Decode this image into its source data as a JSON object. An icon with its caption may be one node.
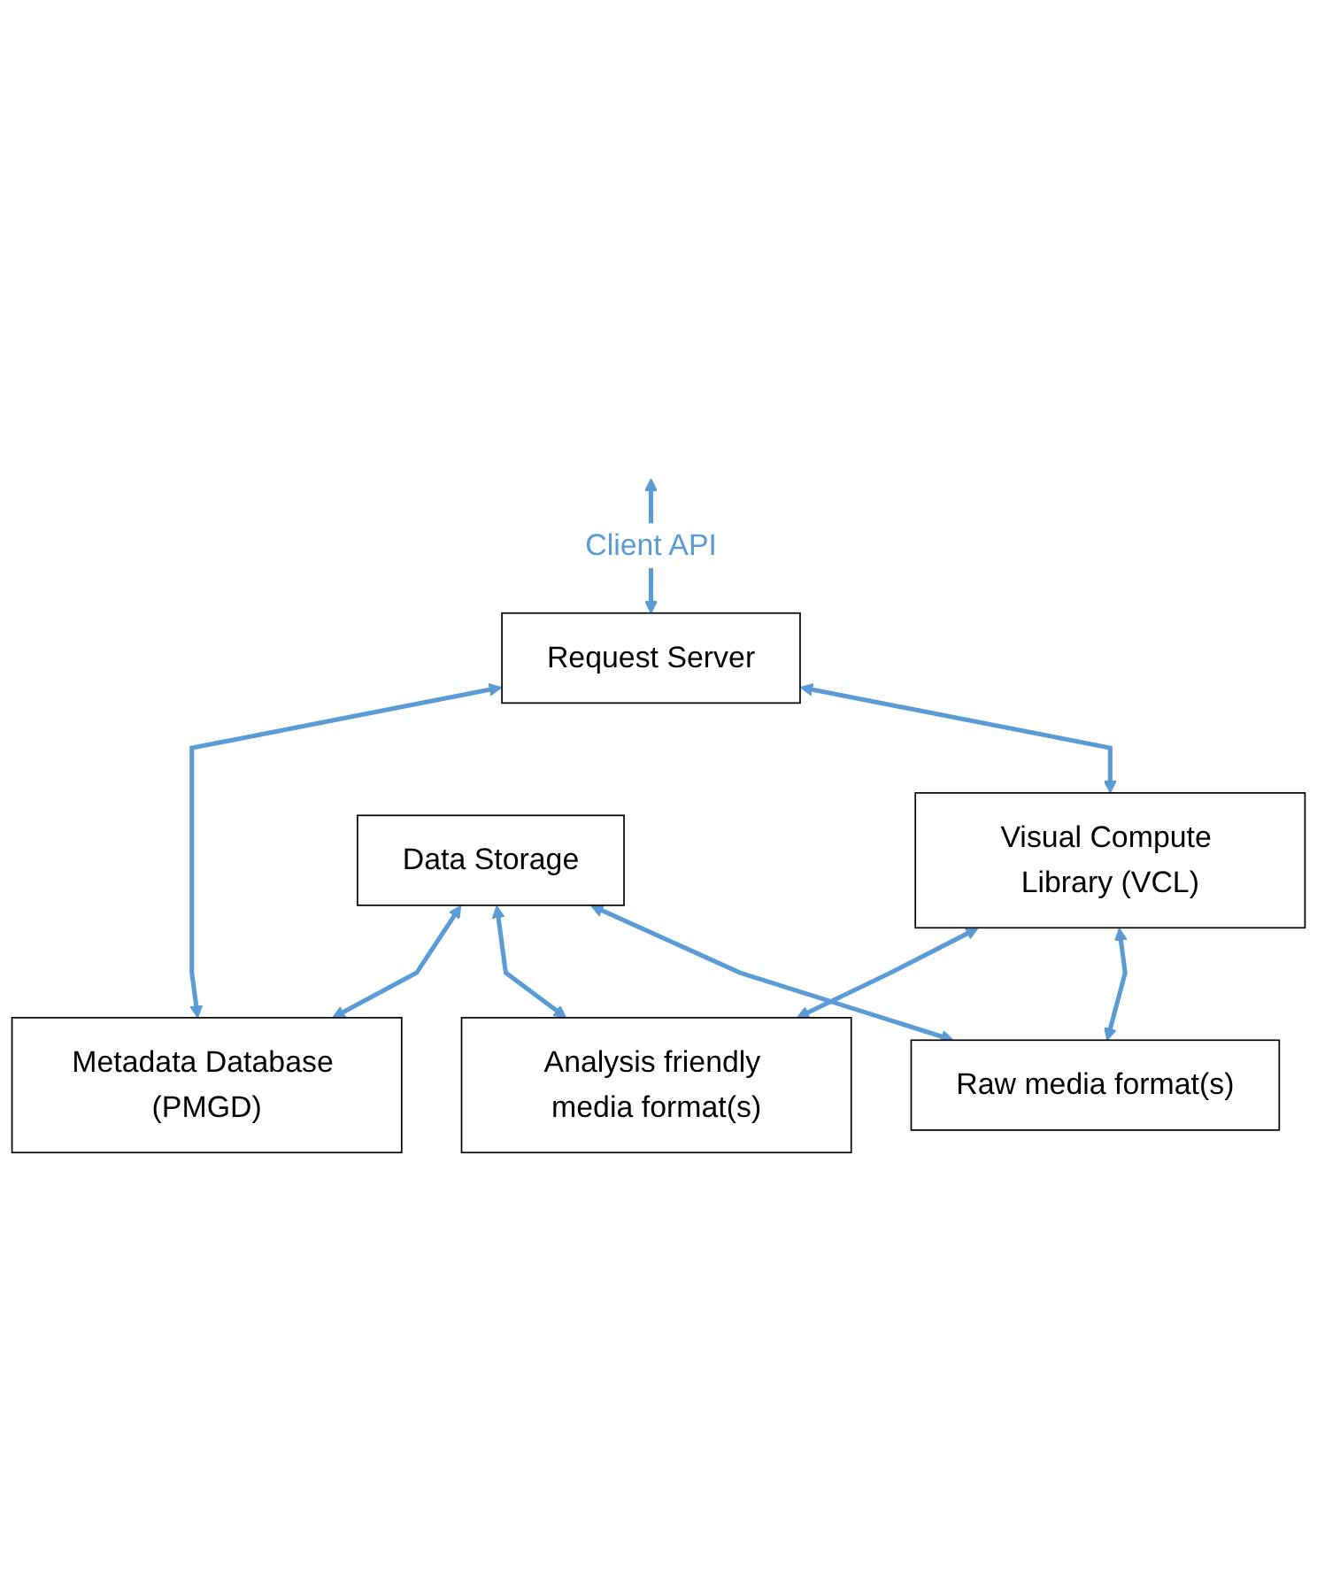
{
  "diagram": {
    "nodes": [
      {
        "text": [
          "Request Server"
        ]
      },
      {
        "text": [
          "Metadata Database (PMGD)"
        ]
      },
      {
        "text": [
          "Visual Compute Library (VCL)"
        ]
      },
      {
        "text": [
          "Analysis friendly media format(s)"
        ]
      },
      {
        "text": [
          "Raw media format(s)"
        ]
      },
      {
        "text": [
          "Data Storage"
        ]
      }
    ],
    "edges": [
      {
        "from": null,
        "to": 0,
        "arrow": "both",
        "label": "Client API"
      },
      {
        "from": 0,
        "to": 1,
        "arrow": "both"
      },
      {
        "from": 0,
        "to": 2,
        "arrow": "both"
      },
      {
        "from": 2,
        "to": 3,
        "arrow": "both"
      },
      {
        "from": 2,
        "to": 4,
        "arrow": "both"
      },
      {
        "from": 5,
        "to": 1,
        "arrow": "both"
      },
      {
        "from": 5,
        "to": 3,
        "arrow": "both"
      },
      {
        "from": 5,
        "to": 4,
        "arrow": "both"
      }
    ]
  }
}
